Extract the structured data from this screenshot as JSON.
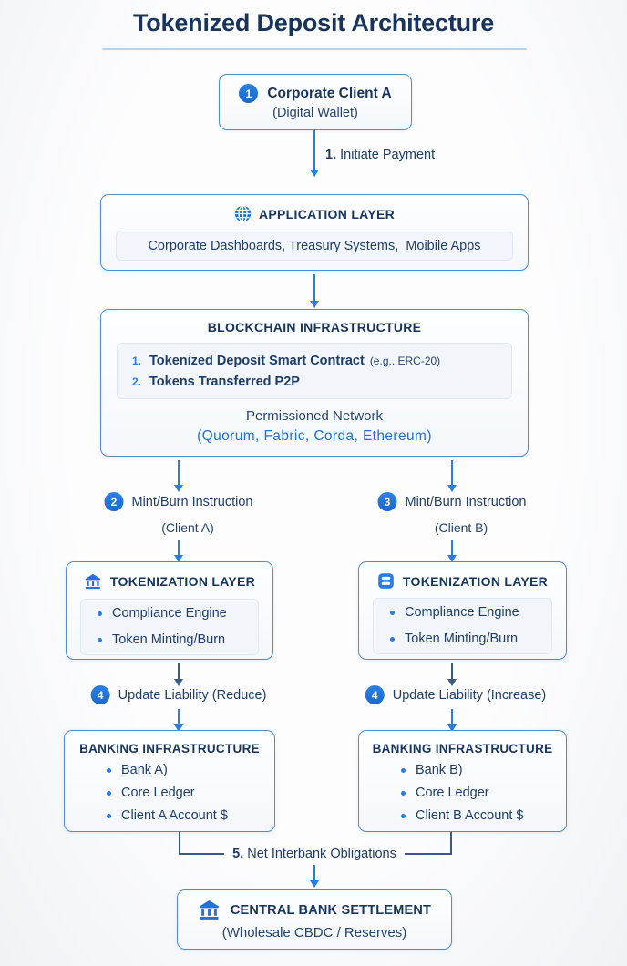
{
  "title": "Tokenized Deposit Architecture",
  "client_box": {
    "badge": "1",
    "title": "Corporate Client A",
    "subtitle": "(Digital Wallet)"
  },
  "edge1": {
    "num": "1.",
    "label": "Initiate Payment"
  },
  "application_layer": {
    "icon": "globe-icon",
    "title": "APPLICATION LAYER",
    "items_line": "Corporate Dashboards, Treasury Systems,  Moibile Apps"
  },
  "blockchain": {
    "title": "BLOCKCHAIN INFRASTRUCTURE",
    "steps": [
      {
        "num": "1.",
        "text": "Tokenized Deposit Smart Contract",
        "note": "(e.g.. ERC-20)"
      },
      {
        "num": "2.",
        "text": "Tokens Transferred P2P",
        "note": ""
      }
    ],
    "network_title": "Permissioned Network",
    "network_list": "(Quorum, Fabric, Corda, Ethereum)"
  },
  "branches": {
    "left": {
      "badge": "2",
      "label": "Mint/Burn Instruction",
      "sub": "(Client A)"
    },
    "right": {
      "badge": "3",
      "label": "Mint/Burn Instruction",
      "sub": "(Client B)"
    }
  },
  "tokenization": {
    "left": {
      "icon": "bank-icon",
      "title": "TOKENIZATION LAYER",
      "items": [
        "Compliance Engine",
        "Token Minting/Burn"
      ]
    },
    "right": {
      "icon": "server-icon",
      "title": "TOKENIZATION LAYER",
      "items": [
        "Compliance Engine",
        "Token Minting/Burn"
      ]
    }
  },
  "liability": {
    "left": {
      "badge": "4",
      "label": "Update Liability (Reduce)"
    },
    "right": {
      "badge": "4",
      "label": "Update Liability (Increase)"
    }
  },
  "banking": {
    "left": {
      "title": "BANKING INFRASTRUCTURE",
      "items": [
        "Bank A)",
        "Core Ledger",
        "Client A Account $"
      ]
    },
    "right": {
      "title": "BANKING INFRASTRUCTURE",
      "items": [
        "Bank B)",
        "Core Ledger",
        "Client B Account $"
      ]
    }
  },
  "settlement_edge": {
    "num": "5.",
    "label": "Net Interbank Obligations"
  },
  "central_bank": {
    "icon": "bank-icon",
    "title": "CENTRAL BANK SETTLEMENT",
    "subtitle": "(Wholesale CBDC / Reserves)"
  },
  "colors": {
    "navy": "#17345d",
    "blue": "#2b7ce0",
    "border": "#4a8fd2",
    "strip_bg": "#f2f6fb"
  }
}
